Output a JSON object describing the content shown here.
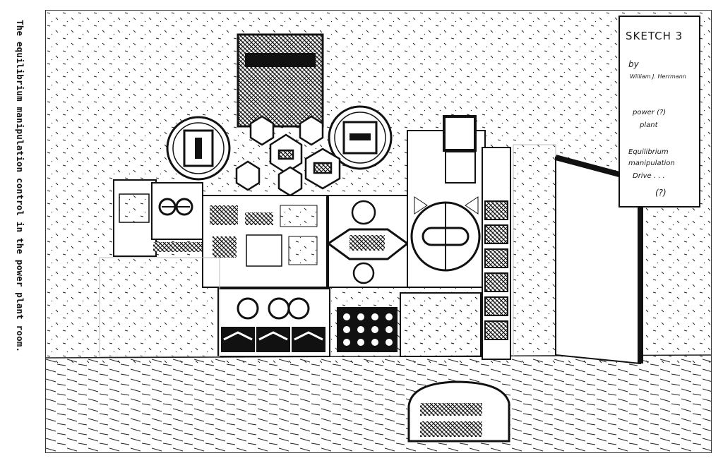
{
  "caption": "The equilibrium manipulation control in the power plant room.",
  "note": {
    "title": "SKETCH 3",
    "by": "by",
    "author": "William J. Herrmann",
    "line1": "power (?)",
    "line2": "plant",
    "line3": "Equilibrium",
    "line4": "manipulation",
    "line5": "Drive . . .",
    "line6": "(?)"
  },
  "colors": {
    "ink": "#111111",
    "paper": "#ffffff"
  }
}
